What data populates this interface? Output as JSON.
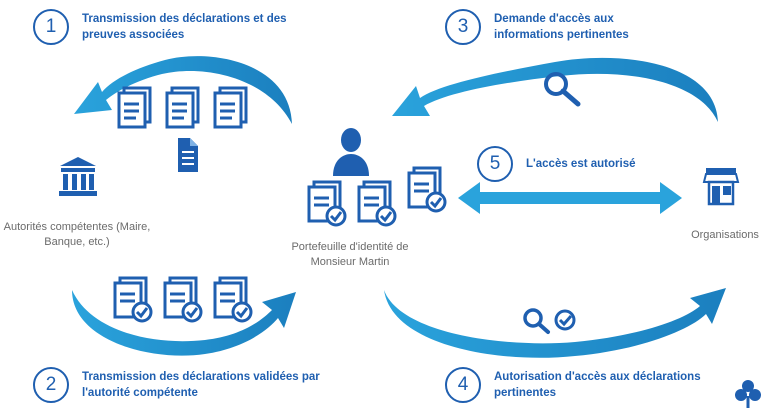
{
  "steps": [
    {
      "number": "1",
      "label": "Transmission des déclarations et des preuves associées"
    },
    {
      "number": "2",
      "label": "Transmission des déclarations validées par l'autorité compétente"
    },
    {
      "number": "3",
      "label": "Demande d'accès aux informations pertinentes"
    },
    {
      "number": "4",
      "label": "Autorisation d'accès aux déclarations pertinentes"
    },
    {
      "number": "5",
      "label": "L'accès est autorisé"
    }
  ],
  "actors": {
    "authorities": "Autorités compétentes (Maire, Banque, etc.)",
    "wallet": "Portefeuille d'identité de Monsieur Martin",
    "organisations": "Organisations"
  },
  "icons": [
    "bank-icon",
    "person-icon",
    "store-icon",
    "magnifier-icon",
    "magnifier-check-icon",
    "document-icon",
    "document-check-icon",
    "clover-icon"
  ],
  "colors": {
    "accent": "#1f5fb0",
    "arrow": "#2a9dd6",
    "label_gray": "#6b6b6b"
  }
}
